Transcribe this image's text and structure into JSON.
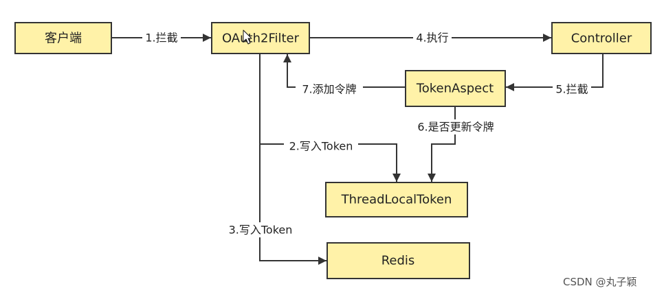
{
  "diagram": {
    "nodes": {
      "client": "客户端",
      "filter": "OAuth2Filter",
      "controller": "Controller",
      "aspect": "TokenAspect",
      "thread_local": "ThreadLocalToken",
      "redis": "Redis"
    },
    "edges": [
      {
        "label": "1.拦截"
      },
      {
        "label": "2.写入Token"
      },
      {
        "label": "3.写入Token"
      },
      {
        "label": "4.执行"
      },
      {
        "label": "5.拦截"
      },
      {
        "label": "6.是否更新令牌"
      },
      {
        "label": "7.添加令牌"
      }
    ]
  },
  "watermark": "CSDN @丸子颖",
  "icons": {
    "cursor": "mouse-cursor-icon",
    "arrowhead": "arrowhead-icon"
  },
  "colors": {
    "box_fill": "#FFF2A8",
    "box_stroke": "#333333",
    "line": "#333333",
    "text": "#222222",
    "watermark": "#555555"
  }
}
